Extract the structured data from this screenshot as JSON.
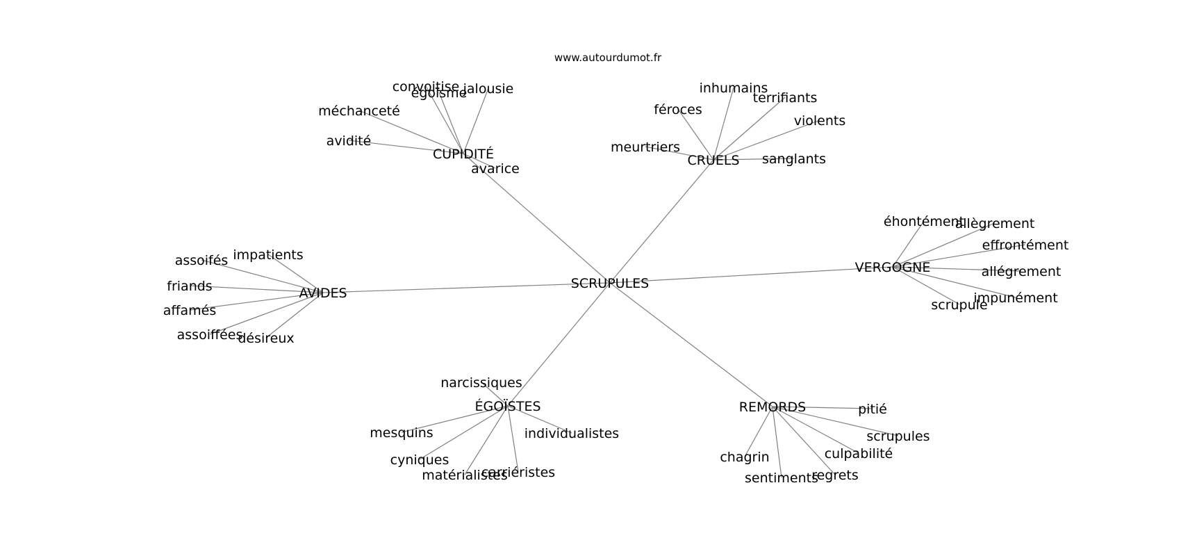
{
  "source_label": "www.autourdumot.fr",
  "root": "SCRUPULES",
  "hubs": [
    {
      "label": "CUPIDITÉ",
      "words": [
        "convoitise",
        "égoïsme",
        "jalousie",
        "méchanceté",
        "avidité",
        "avarice"
      ]
    },
    {
      "label": "CRUELS",
      "words": [
        "inhumains",
        "terrifiants",
        "féroces",
        "violents",
        "meurtriers",
        "sanglants"
      ]
    },
    {
      "label": "VERGOGNE",
      "words": [
        "éhontément",
        "allègrement",
        "effrontément",
        "allégrement",
        "impunément",
        "scrupule"
      ]
    },
    {
      "label": "AVIDES",
      "words": [
        "impatients",
        "assoifés",
        "friands",
        "affamés",
        "assoiffées",
        "désireux"
      ]
    },
    {
      "label": "ÉGOÏSTES",
      "words": [
        "narcissiques",
        "mesquins",
        "individualistes",
        "cyniques",
        "matérialistes",
        "carriéristes"
      ]
    },
    {
      "label": "REMORDS",
      "words": [
        "pitié",
        "scrupules",
        "culpabilité",
        "chagrin",
        "sentiments",
        "regrets"
      ]
    }
  ]
}
